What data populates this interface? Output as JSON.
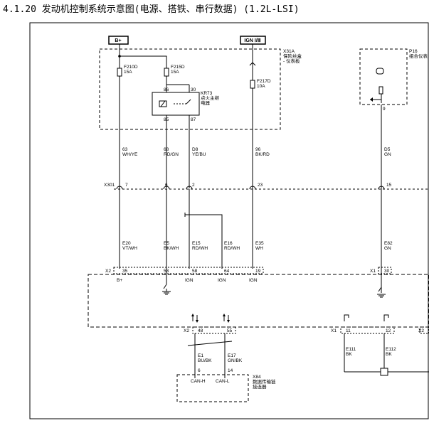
{
  "title": "4.1.20 发动机控制系统示意图(电源、搭铁、串行数据) (1.2L-LSI)",
  "top": {
    "bplus": "B+",
    "ign": "IGN Ⅰ/Ⅲ",
    "x31a": "X31A",
    "x31a_desc1": "保险丝盒",
    "x31a_desc2": "- 仪表板",
    "f16": "P16",
    "f16_desc": "组合仪表"
  },
  "fuses": [
    {
      "id": "F210D",
      "rating": "15A"
    },
    {
      "id": "F215D",
      "rating": "15A"
    },
    {
      "id": "F217D",
      "rating": "10A"
    }
  ],
  "relay": {
    "id": "KR73",
    "desc1": "点火主继",
    "desc2": "电器",
    "p86": "86",
    "p30": "30",
    "p85": "85",
    "p87": "87"
  },
  "upper_wires": [
    {
      "num": "63",
      "color": "WH/YE"
    },
    {
      "num": "68",
      "color": "RD/GN"
    },
    {
      "num": "D8",
      "color": "YE/BU"
    },
    {
      "num": "96",
      "color": "BK/RD"
    },
    {
      "num": "D5",
      "color": "GN"
    }
  ],
  "p16_pin": "9",
  "x301": {
    "id": "X301",
    "pins": [
      "7",
      "6",
      "2",
      "23",
      "15"
    ]
  },
  "lower_wires": [
    {
      "num": "E20",
      "color": "VT/WH"
    },
    {
      "num": "E5",
      "color": "BK/WH"
    },
    {
      "num": "E15",
      "color": "RD/WH"
    },
    {
      "num": "E16",
      "color": "RD/WH"
    },
    {
      "num": "E35",
      "color": "WH"
    },
    {
      "num": "E82",
      "color": "GN"
    }
  ],
  "ecm": {
    "x2": "X2",
    "x1": "X1",
    "pins": [
      "35",
      "53",
      "58",
      "64",
      "19"
    ],
    "pin30": "30",
    "sigs": [
      "B+",
      "",
      "IGN",
      "IGN",
      "IGN"
    ]
  },
  "can": {
    "x2": "X2",
    "pin48": "48",
    "pin55": "55",
    "w1": {
      "num": "E1",
      "color": "BU/BK"
    },
    "w2": {
      "num": "E17",
      "color": "GN/BK"
    },
    "dlc_pin1": "6",
    "dlc_pin2": "14",
    "sig1": "CAN-H",
    "sig2": "CAN-L",
    "dlc_id": "X84",
    "dlc_desc1": "数据传输链",
    "dlc_desc2": "接连器"
  },
  "ground": {
    "x1": "X1",
    "x2": "X2",
    "pin11": "11",
    "pin12": "12",
    "w1": {
      "num": "E111",
      "color": "BK"
    },
    "w2": {
      "num": "E112",
      "color": "BK"
    }
  }
}
